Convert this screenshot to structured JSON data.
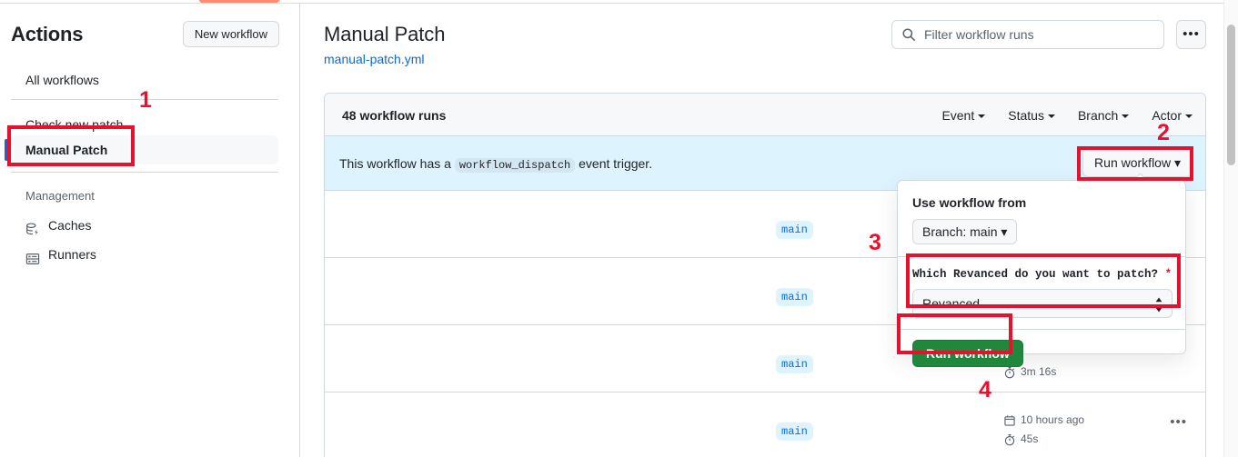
{
  "sidebar": {
    "title": "Actions",
    "new_workflow_label": "New workflow",
    "items": [
      {
        "label": "All workflows",
        "name": "all-workflows"
      },
      {
        "label": "Check new patch",
        "name": "check-new-patch"
      },
      {
        "label": "Manual Patch",
        "name": "manual-patch"
      }
    ],
    "management_label": "Management",
    "management_items": [
      {
        "label": "Caches",
        "icon": "cache-icon"
      },
      {
        "label": "Runners",
        "icon": "server-icon"
      }
    ]
  },
  "header": {
    "title": "Manual Patch",
    "subtitle": "manual-patch.yml",
    "search_placeholder": "Filter workflow runs",
    "search_value": "",
    "search_icon": "search-icon",
    "kebab_label": "•••"
  },
  "runs": {
    "count_label": "48 workflow runs",
    "filters": [
      {
        "label": "Event"
      },
      {
        "label": "Status"
      },
      {
        "label": "Branch"
      },
      {
        "label": "Actor"
      }
    ],
    "dispatch_banner": {
      "text_before": "This workflow has a",
      "code": "workflow_dispatch",
      "text_after": "event trigger.",
      "run_button": "Run workflow",
      "run_button_caret": "▾"
    },
    "rows": [
      {
        "branch": "main",
        "date": "",
        "duration": "",
        "kebab": "•••"
      },
      {
        "branch": "main",
        "date": "",
        "duration": "",
        "kebab": "•••"
      },
      {
        "branch": "main",
        "date": "",
        "duration": "3m 16s",
        "kebab": "•••"
      },
      {
        "branch": "main",
        "date": "10 hours ago",
        "duration": "45s",
        "kebab": "•••"
      }
    ]
  },
  "popover": {
    "use_workflow_from_label": "Use workflow from",
    "branch_select_label": "Branch: main",
    "branch_select_caret": "▾",
    "input_label": "Which Revanced do you want to patch?",
    "required_marker": "*",
    "input_value": "Revanced",
    "submit_label": "Run workflow"
  },
  "annotations": [
    {
      "number": "1"
    },
    {
      "number": "2"
    },
    {
      "number": "3"
    },
    {
      "number": "4"
    }
  ],
  "colors": {
    "accent_blue": "#0969da",
    "banner_blue": "#ddf4ff",
    "green": "#1f883d",
    "annotation_red": "#e8112d",
    "orange_tab": "#fd8c73"
  }
}
